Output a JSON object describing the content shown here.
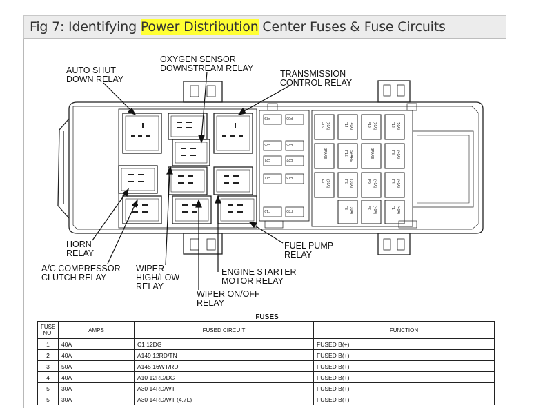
{
  "header": {
    "title_pre": "Fig 7: Identifying ",
    "title_hl": "Power Distribution",
    "title_post": " Center Fuses & Fuse Circuits"
  },
  "callouts": {
    "asd": "AUTO SHUT\nDOWN RELAY",
    "o2": "OXYGEN SENSOR\nDOWNSTREAM RELAY",
    "trans": "TRANSMISSION\nCONTROL RELAY",
    "horn": "HORN\nRELAY",
    "ac": "A/C COMPRESSOR\nCLUTCH RELAY",
    "wiper_hl": "WIPER\nHIGH/LOW\nRELAY",
    "wiper_onoff": "WIPER ON/OFF\nRELAY",
    "starter": "ENGINE STARTER\nMOTOR RELAY",
    "fuelpump": "FUEL PUMP\nRELAY"
  },
  "box_labels": {
    "small_fuses": [
      "F29",
      "F30",
      "F25",
      "F26",
      "F21",
      "F22",
      "F17",
      "F18",
      "F19",
      "F20"
    ],
    "big_fuses": [
      [
        [
          "F16",
          "(30A)"
        ],
        [
          "F14",
          "(40A)"
        ],
        [
          "F13",
          "(30A)"
        ],
        [
          "F12",
          "(50A)"
        ]
      ],
      [
        [
          "SPARE",
          ""
        ],
        [
          "F15",
          "SPARE"
        ],
        [
          "SPARE",
          ""
        ],
        [
          "F8",
          "(40A)"
        ]
      ],
      [
        [
          "F7",
          "(30A)"
        ],
        [
          "F6",
          "(30A)"
        ],
        [
          "F5",
          "(40A)"
        ],
        [
          "F4",
          "(40A)"
        ]
      ],
      [
        [
          "F3",
          "(30A)"
        ],
        [
          "F2",
          "(40A)"
        ],
        [
          "F1",
          "(40A)"
        ]
      ]
    ]
  },
  "fuses_table": {
    "title": "FUSES",
    "headers": [
      "FUSE NO.",
      "AMPS",
      "FUSED CIRCUIT",
      "FUNCTION"
    ],
    "rows": [
      [
        "1",
        "40A",
        "C1 12DG",
        "FUSED B(+)"
      ],
      [
        "2",
        "40A",
        "A149 12RD/TN",
        "FUSED B(+)"
      ],
      [
        "3",
        "50A",
        "A145 16WT/RD",
        "FUSED B(+)"
      ],
      [
        "4",
        "40A",
        "A10 12RD/DG",
        "FUSED B(+)"
      ],
      [
        "5",
        "30A",
        "A30 14RD/WT",
        "FUSED B(+)"
      ],
      [
        "5",
        "30A",
        "A30 14RD/WT (4.7L)",
        "FUSED B(+)"
      ]
    ]
  }
}
